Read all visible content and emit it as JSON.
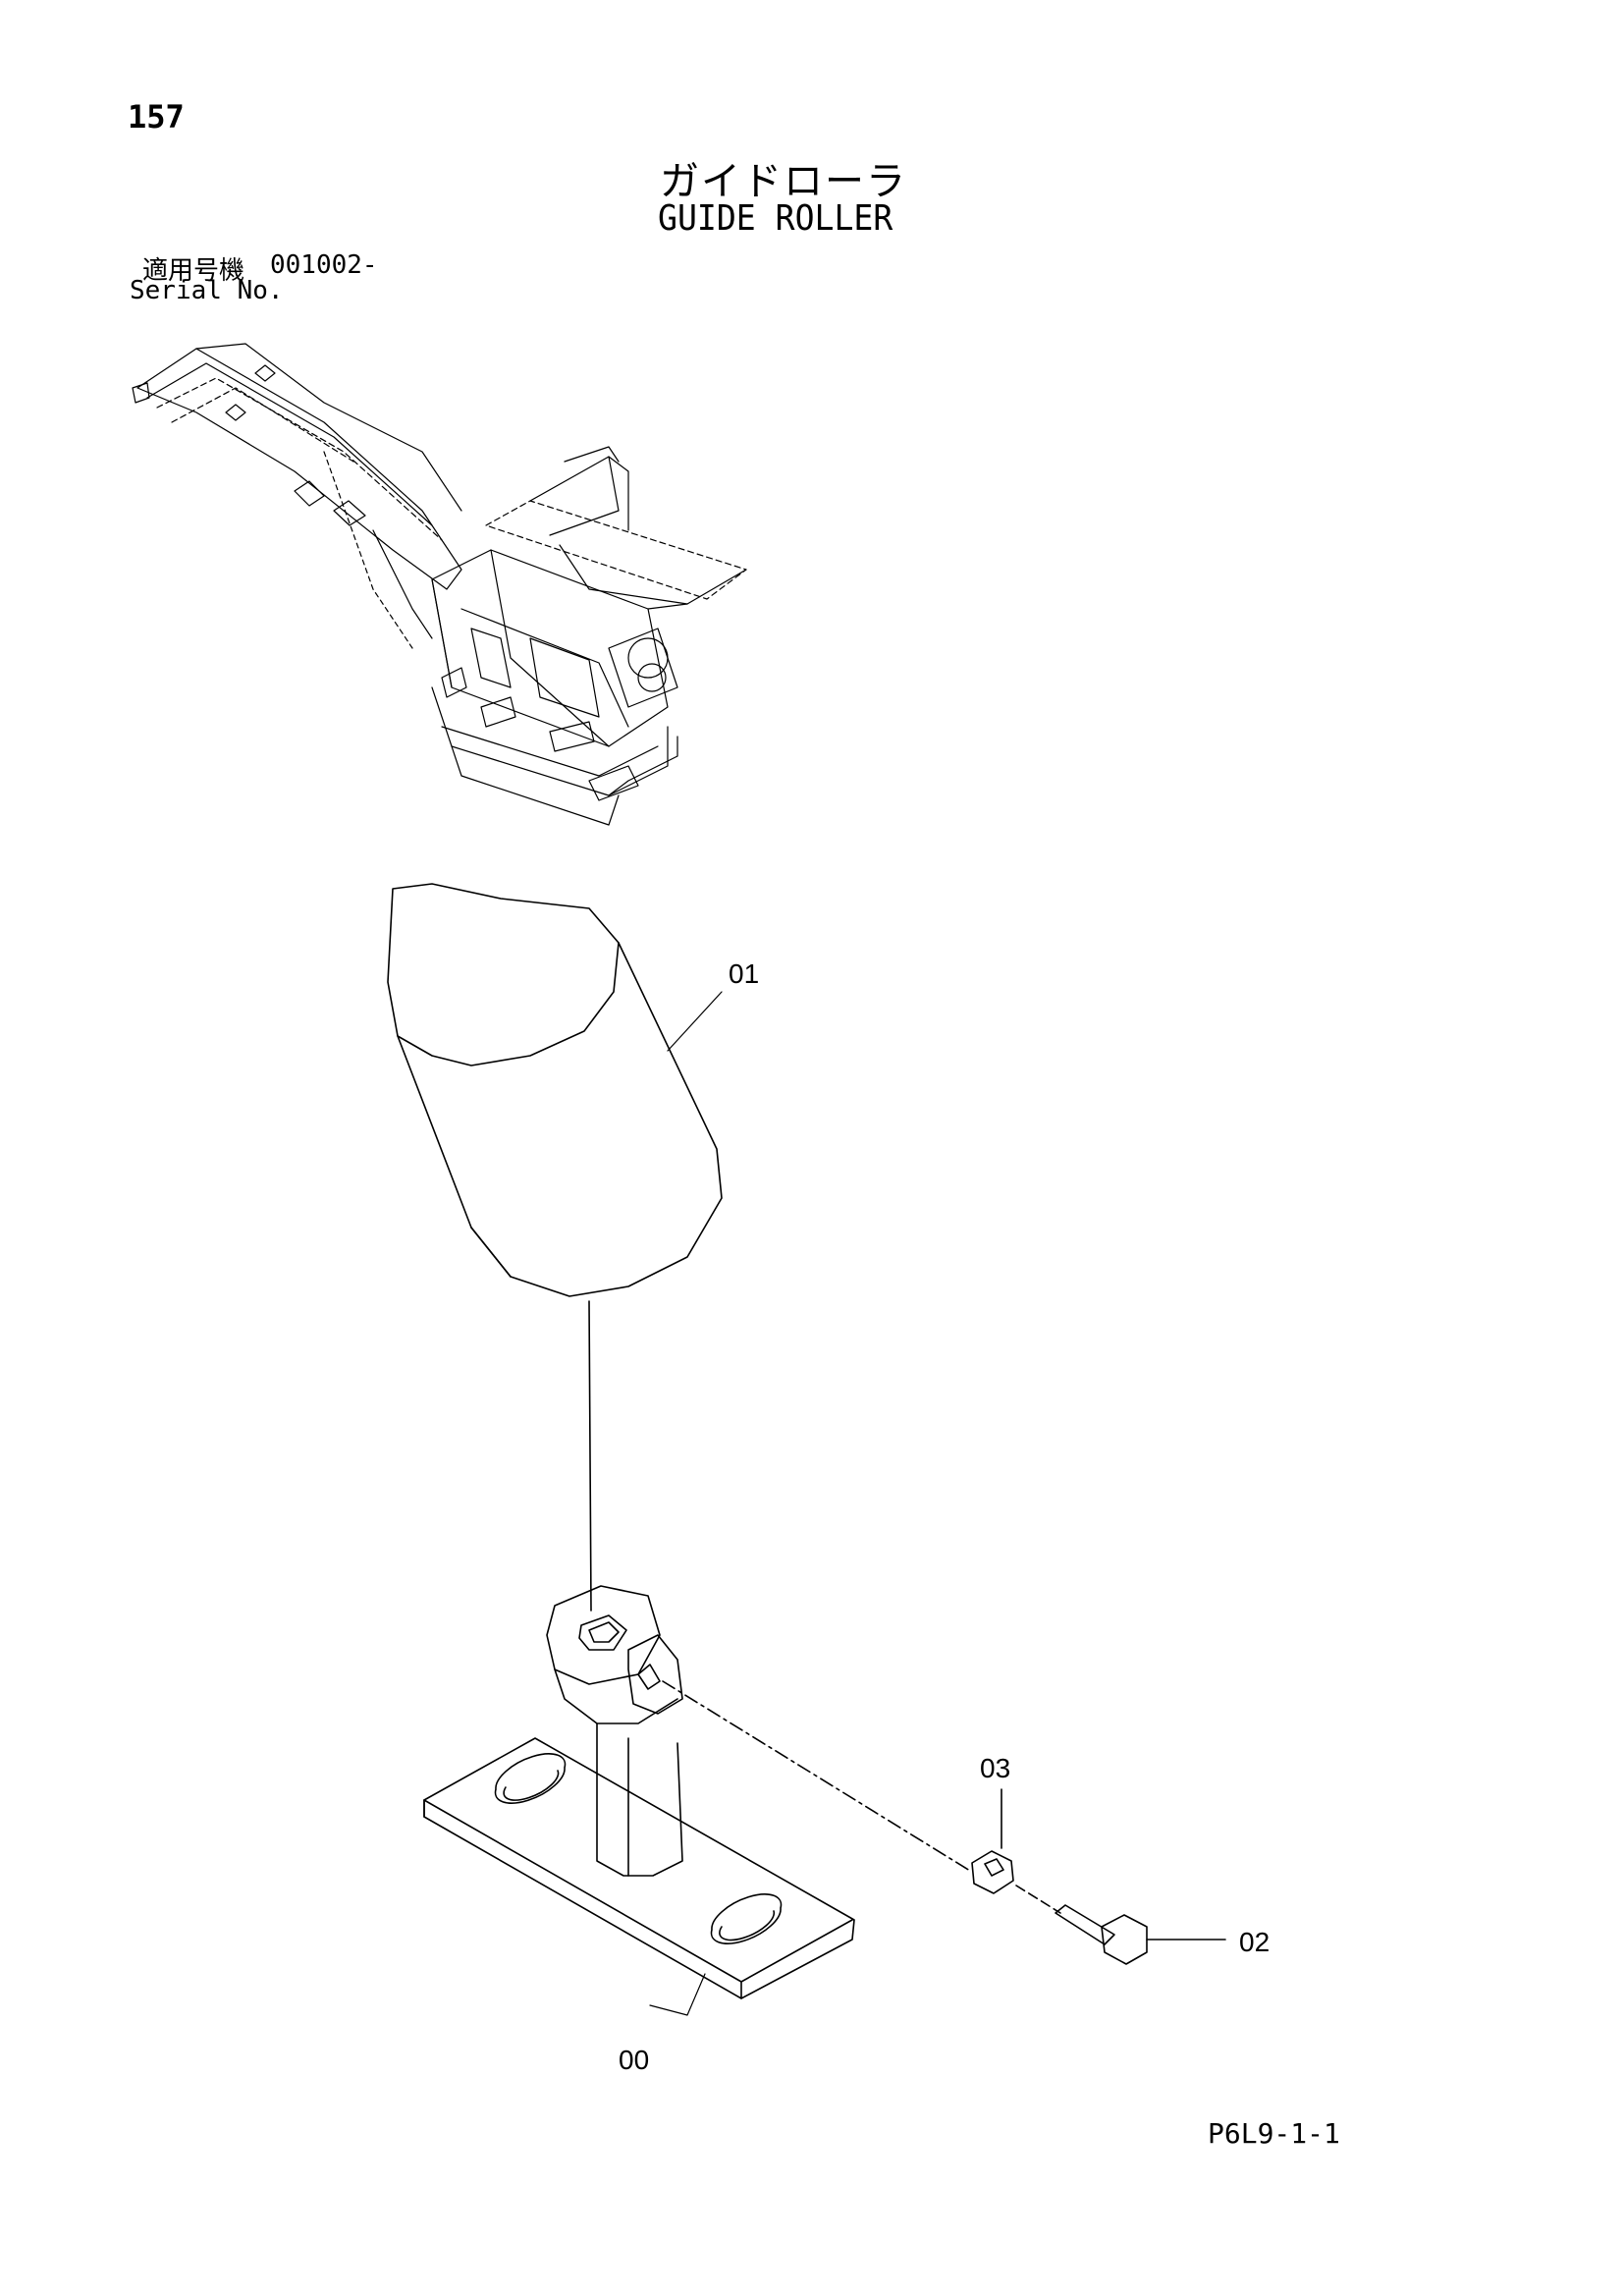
{
  "page_number": "157",
  "title_jp": "ガイドローラ",
  "title_en": "GUIDE ROLLER",
  "serial": {
    "label_jp": "適用号機",
    "value": "001002-",
    "label_en": "Serial No."
  },
  "callouts": {
    "part_01": "01",
    "part_03": "03",
    "part_02": "02",
    "part_00": "00"
  },
  "document_code": "P6L9-1-1",
  "icons": [
    "machine-overview-illustration",
    "roller-illustration",
    "bracket-illustration",
    "nut-illustration",
    "bolt-illustration"
  ]
}
